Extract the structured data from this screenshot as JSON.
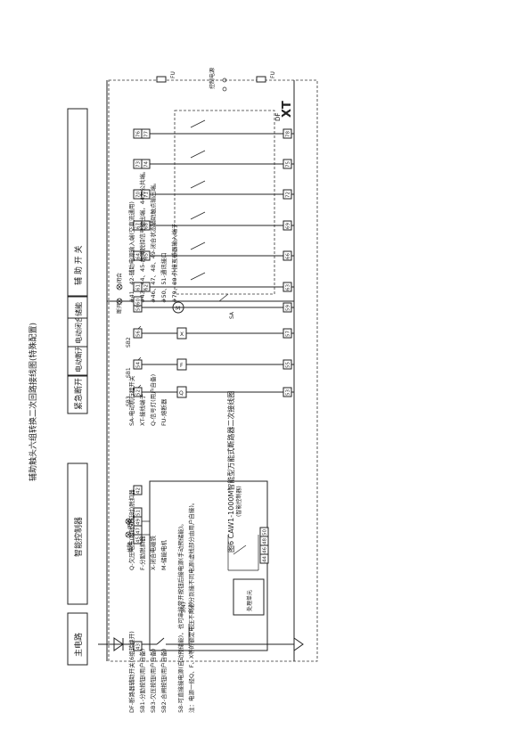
{
  "page": {
    "top_title": "辅助触头六组转换二次回路接线图(特殊配置)",
    "figure_caption": "图6 CAW1-1000M智能型万能式断路器二次接线图",
    "xt_label": "XT",
    "df_label": "DF",
    "fu_label": "FU",
    "control_power": "控制电源",
    "fault": "故障",
    "close": "闭合",
    "open": "断开",
    "smart_unit": "(智能控制器)",
    "process_unit": "处理单元",
    "sb1": "SB1",
    "sb2": "SB2",
    "sb3": "SB3",
    "e": "E",
    "sa": "SA",
    "m": "M",
    "f": "F",
    "x": "X",
    "q": "Q",
    "main_mark_a": "3(4)",
    "main_mark_b": "6(8)"
  },
  "headers": [
    {
      "label": "主电路"
    },
    {
      "label": "智能控制器"
    },
    {
      "label": "紧急断开"
    },
    {
      "label": "电动断开"
    },
    {
      "label": "电动闭合"
    },
    {
      "label": "储能"
    },
    {
      "label": "辅    助    开    关"
    }
  ],
  "terminals": {
    "left_col": [
      "1",
      "4",
      "5",
      "3",
      "4",
      "6",
      "2"
    ],
    "ctrl_top": [
      "45",
      "47",
      "49",
      "51"
    ],
    "ctrl_bot": [
      "44",
      "46",
      "48",
      "50"
    ],
    "row_terminals": [
      "52",
      "53",
      "54",
      "55",
      "56",
      "57",
      "58",
      "59",
      "60"
    ],
    "aux_pairs": [
      [
        "61",
        "62",
        "63"
      ],
      [
        "64",
        "65",
        "66"
      ],
      [
        "67",
        "68",
        "69"
      ],
      [
        "70",
        "71",
        "72"
      ],
      [
        "73",
        "74",
        "75"
      ],
      [
        "76",
        "77",
        "78"
      ]
    ],
    "misc": [
      "43",
      "42"
    ]
  },
  "legend": {
    "col1": [
      "DF-断路器辅助开关(6组转换开)",
      "SB1-分励按钮(用户自备)",
      "SB3-欠压按钮(用户自备)",
      "SB2-合闸按钮(用户自备)"
    ],
    "col2": [
      "Q-欠压电压(瞬时或延时)脱扣器",
      "F-分励脱扣器",
      "X-闭合电磁铁",
      "M-储能电机"
    ],
    "col3": [
      "SA-电动机行程开关",
      "XT-接线端子",
      "Q-信号灯(用户自备)",
      "FU-熔断器"
    ],
    "col4": [
      "#41、42-辅助电源输入端(交直流通用)",
      "#43、44、45-故障脱扣信号输出端，44为公共端。",
      "#46、47、48、49-闭合状态辅助触点输出端。",
      "#50、51-通讯接口",
      "#79、80-外接互感器输入端子"
    ],
    "notes": [
      "58-可直接接电源(自动预储能)，也可串接常开按钮后接电源(手动预储能)。",
      "注：电源一经Q、F、X等的额定电压不同必分别接不同电源(虚线部分由用户自接)。"
    ]
  }
}
